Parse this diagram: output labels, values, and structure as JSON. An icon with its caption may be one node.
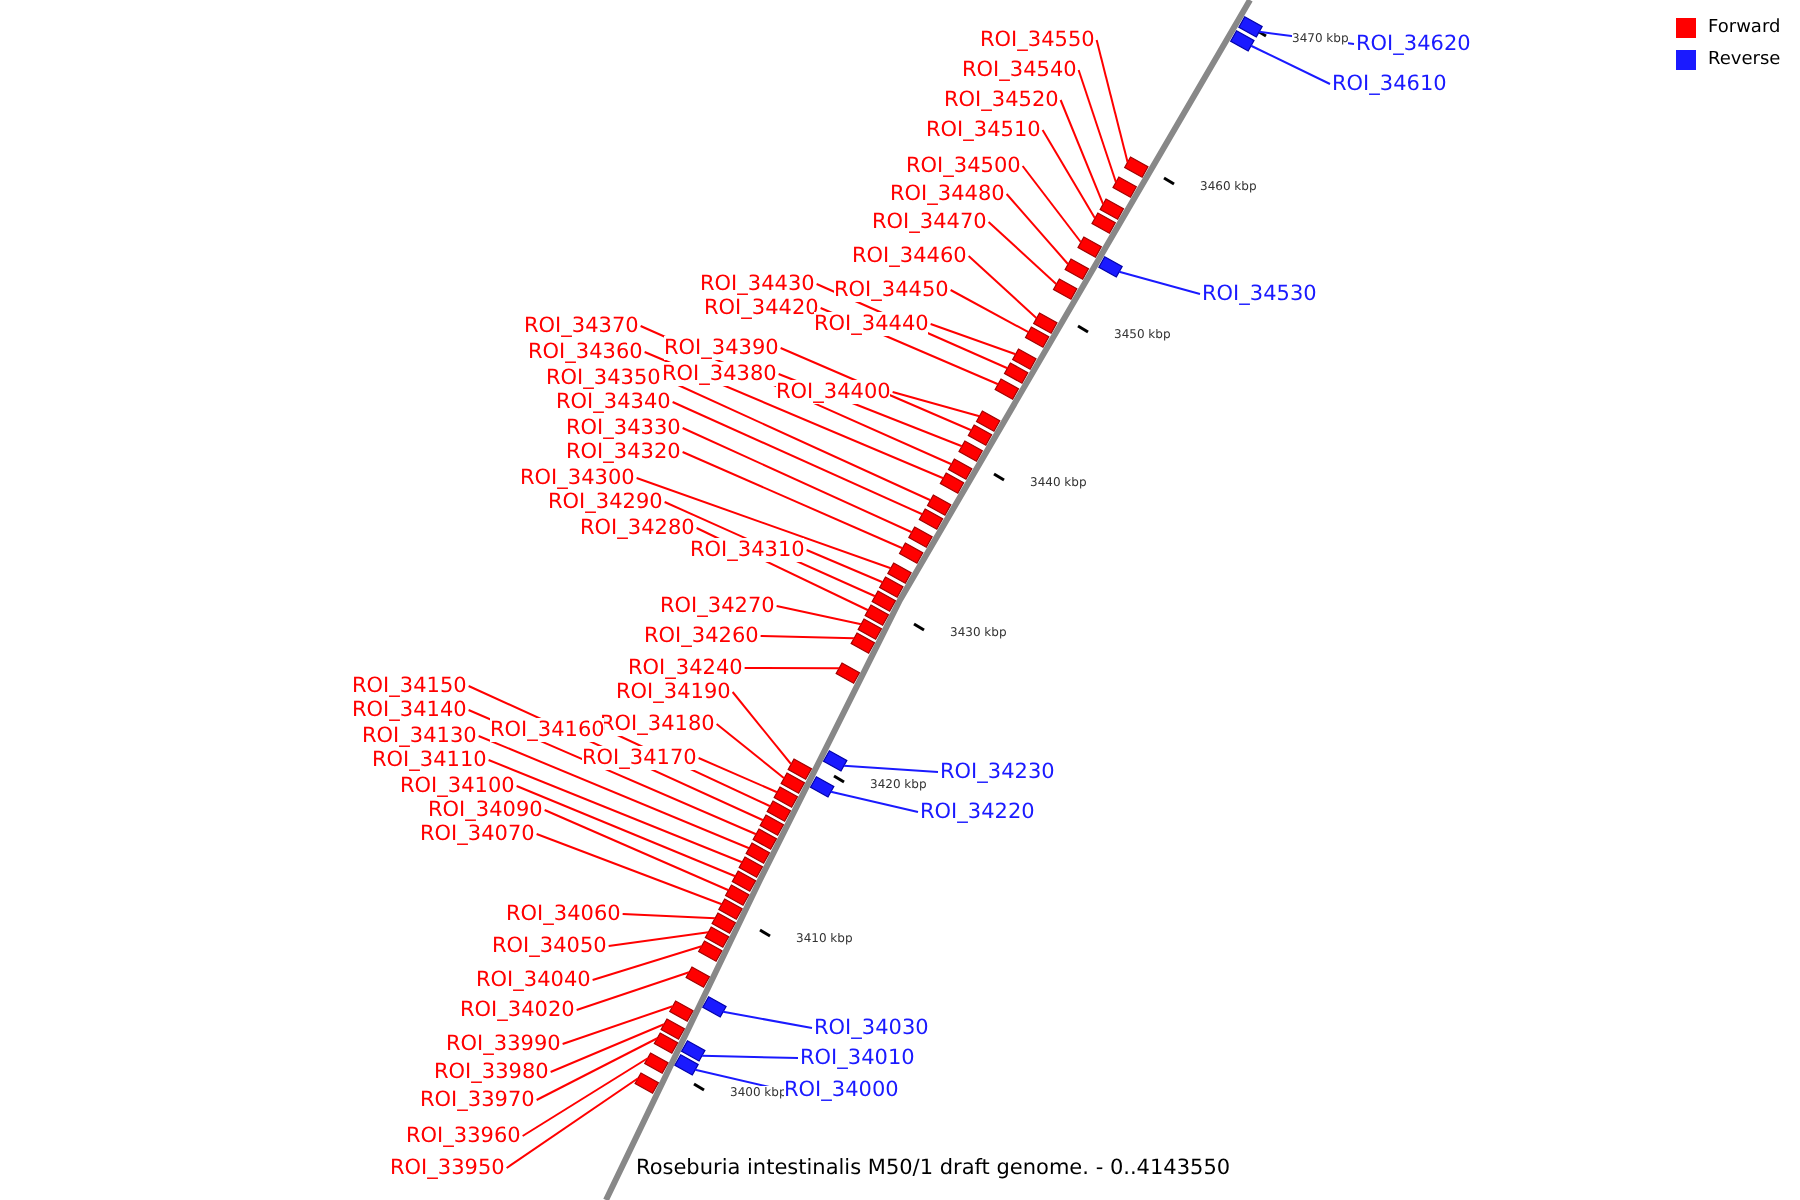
{
  "diagram": {
    "caption": "Roseburia intestinalis M50/1 draft genome. - 0..4143550",
    "nodes": [
      {
        "text": [
          "ROI_34550"
        ]
      },
      {
        "text": [
          "ROI_34620"
        ]
      },
      {
        "text": [
          "ROI_34540"
        ]
      },
      {
        "text": [
          "ROI_34610"
        ]
      },
      {
        "text": [
          "ROI_34520"
        ]
      },
      {
        "text": [
          "ROI_34510"
        ]
      },
      {
        "text": [
          "ROI_34500"
        ]
      },
      {
        "text": [
          "ROI_34480"
        ]
      },
      {
        "text": [
          "ROI_34470"
        ]
      },
      {
        "text": [
          "ROI_34460"
        ]
      },
      {
        "text": [
          "ROI_34430"
        ]
      },
      {
        "text": [
          "ROI_34450"
        ]
      },
      {
        "text": [
          "ROI_34530"
        ]
      },
      {
        "text": [
          "ROI_34420"
        ]
      },
      {
        "text": [
          "ROI_34440"
        ]
      },
      {
        "text": [
          "ROI_34370"
        ]
      },
      {
        "text": [
          "ROI_34390"
        ]
      },
      {
        "text": [
          "ROI_34360"
        ]
      },
      {
        "text": [
          "ROI_34380"
        ]
      },
      {
        "text": [
          "ROI_34350"
        ]
      },
      {
        "text": [
          "ROI_34400"
        ]
      },
      {
        "text": [
          "ROI_34340"
        ]
      },
      {
        "text": [
          "ROI_34330"
        ]
      },
      {
        "text": [
          "ROI_34320"
        ]
      },
      {
        "text": [
          "ROI_34300"
        ]
      },
      {
        "text": [
          "ROI_34290"
        ]
      },
      {
        "text": [
          "ROI_34280"
        ]
      },
      {
        "text": [
          "ROI_34310"
        ]
      },
      {
        "text": [
          "ROI_34270"
        ]
      },
      {
        "text": [
          "ROI_34260"
        ]
      },
      {
        "text": [
          "ROI_34240"
        ]
      },
      {
        "text": [
          "ROI_34150"
        ]
      },
      {
        "text": [
          "ROI_34190"
        ]
      },
      {
        "text": [
          "ROI_34140"
        ]
      },
      {
        "text": [
          "ROI_34180"
        ]
      },
      {
        "text": [
          "ROI_34160"
        ]
      },
      {
        "text": [
          "ROI_34130"
        ]
      },
      {
        "text": [
          "ROI_34110"
        ]
      },
      {
        "text": [
          "ROI_34170"
        ]
      },
      {
        "text": [
          "ROI_34230"
        ]
      },
      {
        "text": [
          "ROI_34100"
        ]
      },
      {
        "text": [
          "ROI_34090"
        ]
      },
      {
        "text": [
          "ROI_34220"
        ]
      },
      {
        "text": [
          "ROI_34070"
        ]
      },
      {
        "text": [
          "ROI_34060"
        ]
      },
      {
        "text": [
          "ROI_34050"
        ]
      },
      {
        "text": [
          "ROI_34040"
        ]
      },
      {
        "text": [
          "ROI_34020"
        ]
      },
      {
        "text": [
          "ROI_34030"
        ]
      },
      {
        "text": [
          "ROI_33990"
        ]
      },
      {
        "text": [
          "ROI_34010"
        ]
      },
      {
        "text": [
          "ROI_33980"
        ]
      },
      {
        "text": [
          "ROI_34000"
        ]
      },
      {
        "text": [
          "ROI_33970"
        ]
      },
      {
        "text": [
          "ROI_33960"
        ]
      },
      {
        "text": [
          "ROI_33950"
        ]
      },
      {
        "text": [],
        "shape": "bar"
      },
      {
        "text": [],
        "shape": "bar"
      },
      {
        "text": [],
        "shape": "bar"
      },
      {
        "text": [],
        "shape": "bar"
      },
      {
        "text": [],
        "shape": "bar"
      },
      {
        "text": [],
        "shape": "bar"
      },
      {
        "text": [],
        "shape": "bar"
      },
      {
        "text": [],
        "shape": "bar"
      },
      {
        "text": [],
        "shape": "bar"
      },
      {
        "text": [],
        "shape": "bar"
      },
      {
        "text": [],
        "shape": "bar"
      },
      {
        "text": [],
        "shape": "bar"
      },
      {
        "text": [],
        "shape": "bar"
      },
      {
        "text": [],
        "shape": "bar"
      },
      {
        "text": [],
        "shape": "bar"
      },
      {
        "text": [],
        "shape": "bar"
      },
      {
        "text": [],
        "shape": "bar"
      },
      {
        "text": [],
        "shape": "bar"
      },
      {
        "text": [],
        "shape": "bar"
      },
      {
        "text": [],
        "shape": "bar"
      },
      {
        "text": [],
        "shape": "bar"
      },
      {
        "text": [],
        "shape": "bar"
      },
      {
        "text": [],
        "shape": "bar"
      },
      {
        "text": [],
        "shape": "bar"
      },
      {
        "text": [],
        "shape": "bar"
      },
      {
        "text": [],
        "shape": "bar"
      },
      {
        "text": [],
        "shape": "bar"
      },
      {
        "text": [],
        "shape": "bar"
      },
      {
        "text": [],
        "shape": "bar"
      },
      {
        "text": [],
        "shape": "bar"
      },
      {
        "text": [],
        "shape": "bar"
      },
      {
        "text": [],
        "shape": "bar"
      },
      {
        "text": [],
        "shape": "bar"
      },
      {
        "text": [],
        "shape": "bar"
      },
      {
        "text": [],
        "shape": "bar"
      },
      {
        "text": [],
        "shape": "bar"
      },
      {
        "text": [],
        "shape": "bar"
      },
      {
        "text": [],
        "shape": "bar"
      },
      {
        "text": [],
        "shape": "bar"
      },
      {
        "text": [],
        "shape": "bar"
      },
      {
        "text": [],
        "shape": "bar"
      },
      {
        "text": [],
        "shape": "bar"
      },
      {
        "text": [],
        "shape": "bar"
      },
      {
        "text": [],
        "shape": "bar"
      },
      {
        "text": [],
        "shape": "bar"
      },
      {
        "text": [],
        "shape": "bar"
      },
      {
        "text": [],
        "shape": "bar"
      },
      {
        "text": [],
        "shape": "bar"
      },
      {
        "text": [],
        "shape": "bar"
      },
      {
        "text": [],
        "shape": "bar"
      },
      {
        "text": [],
        "shape": "bar"
      },
      {
        "text": [],
        "shape": "bar"
      },
      {
        "text": [],
        "shape": "bar"
      },
      {
        "text": [],
        "shape": "bar"
      },
      {
        "text": [],
        "shape": "bar"
      },
      {
        "text": [],
        "shape": "bar"
      }
    ],
    "edges": [
      {
        "from": 0,
        "to": 58,
        "arrow": "none"
      },
      {
        "from": 1,
        "to": 56,
        "arrow": "none",
        "color": "#1a1aff"
      },
      {
        "from": 2,
        "to": 59,
        "arrow": "none"
      },
      {
        "from": 3,
        "to": 57,
        "arrow": "none",
        "color": "#1a1aff"
      },
      {
        "from": 4,
        "to": 60,
        "arrow": "none"
      },
      {
        "from": 5,
        "to": 61,
        "arrow": "none"
      },
      {
        "from": 6,
        "to": 62,
        "arrow": "none"
      },
      {
        "from": 7,
        "to": 64,
        "arrow": "none"
      },
      {
        "from": 8,
        "to": 65,
        "arrow": "none"
      },
      {
        "from": 9,
        "to": 66,
        "arrow": "none"
      },
      {
        "from": 10,
        "to": 69,
        "arrow": "none"
      },
      {
        "from": 11,
        "to": 67,
        "arrow": "none"
      },
      {
        "from": 12,
        "to": 63,
        "arrow": "none",
        "color": "#1a1aff"
      },
      {
        "from": 13,
        "to": 70,
        "arrow": "none"
      },
      {
        "from": 14,
        "to": 68,
        "arrow": "none"
      },
      {
        "from": 15,
        "to": 74,
        "arrow": "none"
      },
      {
        "from": 16,
        "to": 72,
        "arrow": "none"
      },
      {
        "from": 17,
        "to": 75,
        "arrow": "none"
      },
      {
        "from": 18,
        "to": 73,
        "arrow": "none"
      },
      {
        "from": 19,
        "to": 76,
        "arrow": "none"
      },
      {
        "from": 20,
        "to": 71,
        "arrow": "none"
      },
      {
        "from": 21,
        "to": 77,
        "arrow": "none"
      },
      {
        "from": 22,
        "to": 78,
        "arrow": "none"
      },
      {
        "from": 23,
        "to": 79,
        "arrow": "none"
      },
      {
        "from": 24,
        "to": 80,
        "arrow": "none"
      },
      {
        "from": 25,
        "to": 82,
        "arrow": "none"
      },
      {
        "from": 26,
        "to": 83,
        "arrow": "none"
      },
      {
        "from": 27,
        "to": 81,
        "arrow": "none"
      },
      {
        "from": 28,
        "to": 84,
        "arrow": "none"
      },
      {
        "from": 29,
        "to": 85,
        "arrow": "none"
      },
      {
        "from": 30,
        "to": 86,
        "arrow": "none"
      },
      {
        "from": 31,
        "to": 93,
        "arrow": "none"
      },
      {
        "from": 32,
        "to": 88,
        "arrow": "none"
      },
      {
        "from": 33,
        "to": 94,
        "arrow": "none"
      },
      {
        "from": 34,
        "to": 90,
        "arrow": "none"
      },
      {
        "from": 35,
        "to": 92,
        "arrow": "none"
      },
      {
        "from": 36,
        "to": 95,
        "arrow": "none"
      },
      {
        "from": 37,
        "to": 96,
        "arrow": "none"
      },
      {
        "from": 38,
        "to": 91,
        "arrow": "none"
      },
      {
        "from": 39,
        "to": 87,
        "arrow": "none",
        "color": "#1a1aff"
      },
      {
        "from": 40,
        "to": 97,
        "arrow": "none"
      },
      {
        "from": 41,
        "to": 98,
        "arrow": "none"
      },
      {
        "from": 42,
        "to": 89,
        "arrow": "none",
        "color": "#1a1aff"
      },
      {
        "from": 43,
        "to": 99,
        "arrow": "none"
      },
      {
        "from": 44,
        "to": 100,
        "arrow": "none"
      },
      {
        "from": 45,
        "to": 101,
        "arrow": "none"
      },
      {
        "from": 46,
        "to": 102,
        "arrow": "none"
      },
      {
        "from": 47,
        "to": 103,
        "arrow": "none"
      },
      {
        "from": 48,
        "to": 104,
        "arrow": "none",
        "color": "#1a1aff"
      },
      {
        "from": 49,
        "to": 105,
        "arrow": "none"
      },
      {
        "from": 50,
        "to": 107,
        "arrow": "none",
        "color": "#1a1aff"
      },
      {
        "from": 51,
        "to": 106,
        "arrow": "none"
      },
      {
        "from": 52,
        "to": 109,
        "arrow": "none",
        "color": "#1a1aff"
      },
      {
        "from": 53,
        "to": 108,
        "arrow": "none"
      },
      {
        "from": 54,
        "to": 110,
        "arrow": "none"
      },
      {
        "from": 55,
        "to": 111,
        "arrow": "none"
      }
    ],
    "labels": [
      "3470 kbp",
      "3460 kbp",
      "3450 kbp",
      "3440 kbp",
      "3430 kbp",
      "3420 kbp",
      "3410 kbp",
      "3400 kbp"
    ],
    "legend": [
      {
        "text": "Forward",
        "color": "#ff0000"
      },
      {
        "text": "Reverse",
        "color": "#1a1aff"
      }
    ]
  }
}
